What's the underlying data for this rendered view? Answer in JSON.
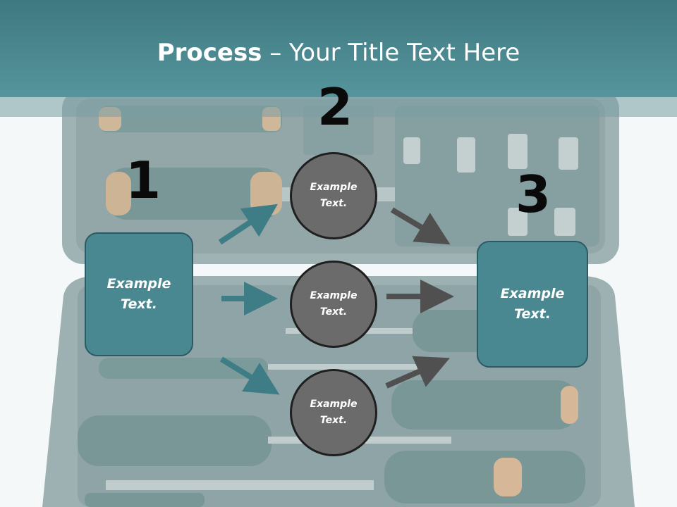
{
  "slide": {
    "title_bold": "Process",
    "title_rest": " – Your Title Text Here",
    "colors": {
      "title_bar": "#4d8c95",
      "teal_box": "#4a8891",
      "circle": "#6b6b6b",
      "teal_arrow": "#3f7d86",
      "gray_arrow": "#505050"
    }
  },
  "steps": {
    "step1": {
      "number": "1",
      "text": "Example\nText."
    },
    "step2": {
      "number": "2",
      "circles": [
        {
          "text": "Example\nText."
        },
        {
          "text": "Example\nText."
        },
        {
          "text": "Example\nText."
        }
      ]
    },
    "step3": {
      "number": "3",
      "text": "Example\nText."
    }
  }
}
